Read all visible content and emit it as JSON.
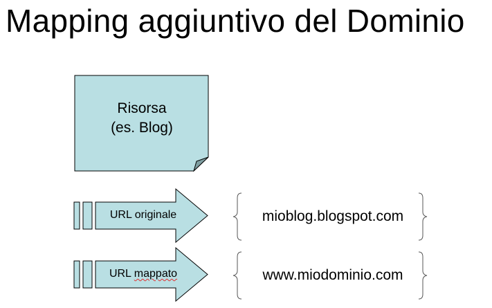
{
  "title": "Mapping aggiuntivo del Dominio",
  "resource": {
    "line1": "Risorsa",
    "line2": "(es. Blog)",
    "fill_color": "#b9dfe3"
  },
  "mappings": [
    {
      "label": "URL originale",
      "value": "mioblog.blogspot.com"
    },
    {
      "label_prefix": "URL ",
      "label_marked": "mappato",
      "value": "www.miodominio.com"
    }
  ],
  "colors": {
    "shape_fill": "#b9dfe3",
    "shape_stroke": "#000000",
    "spell_check_underline": "#e03030"
  }
}
